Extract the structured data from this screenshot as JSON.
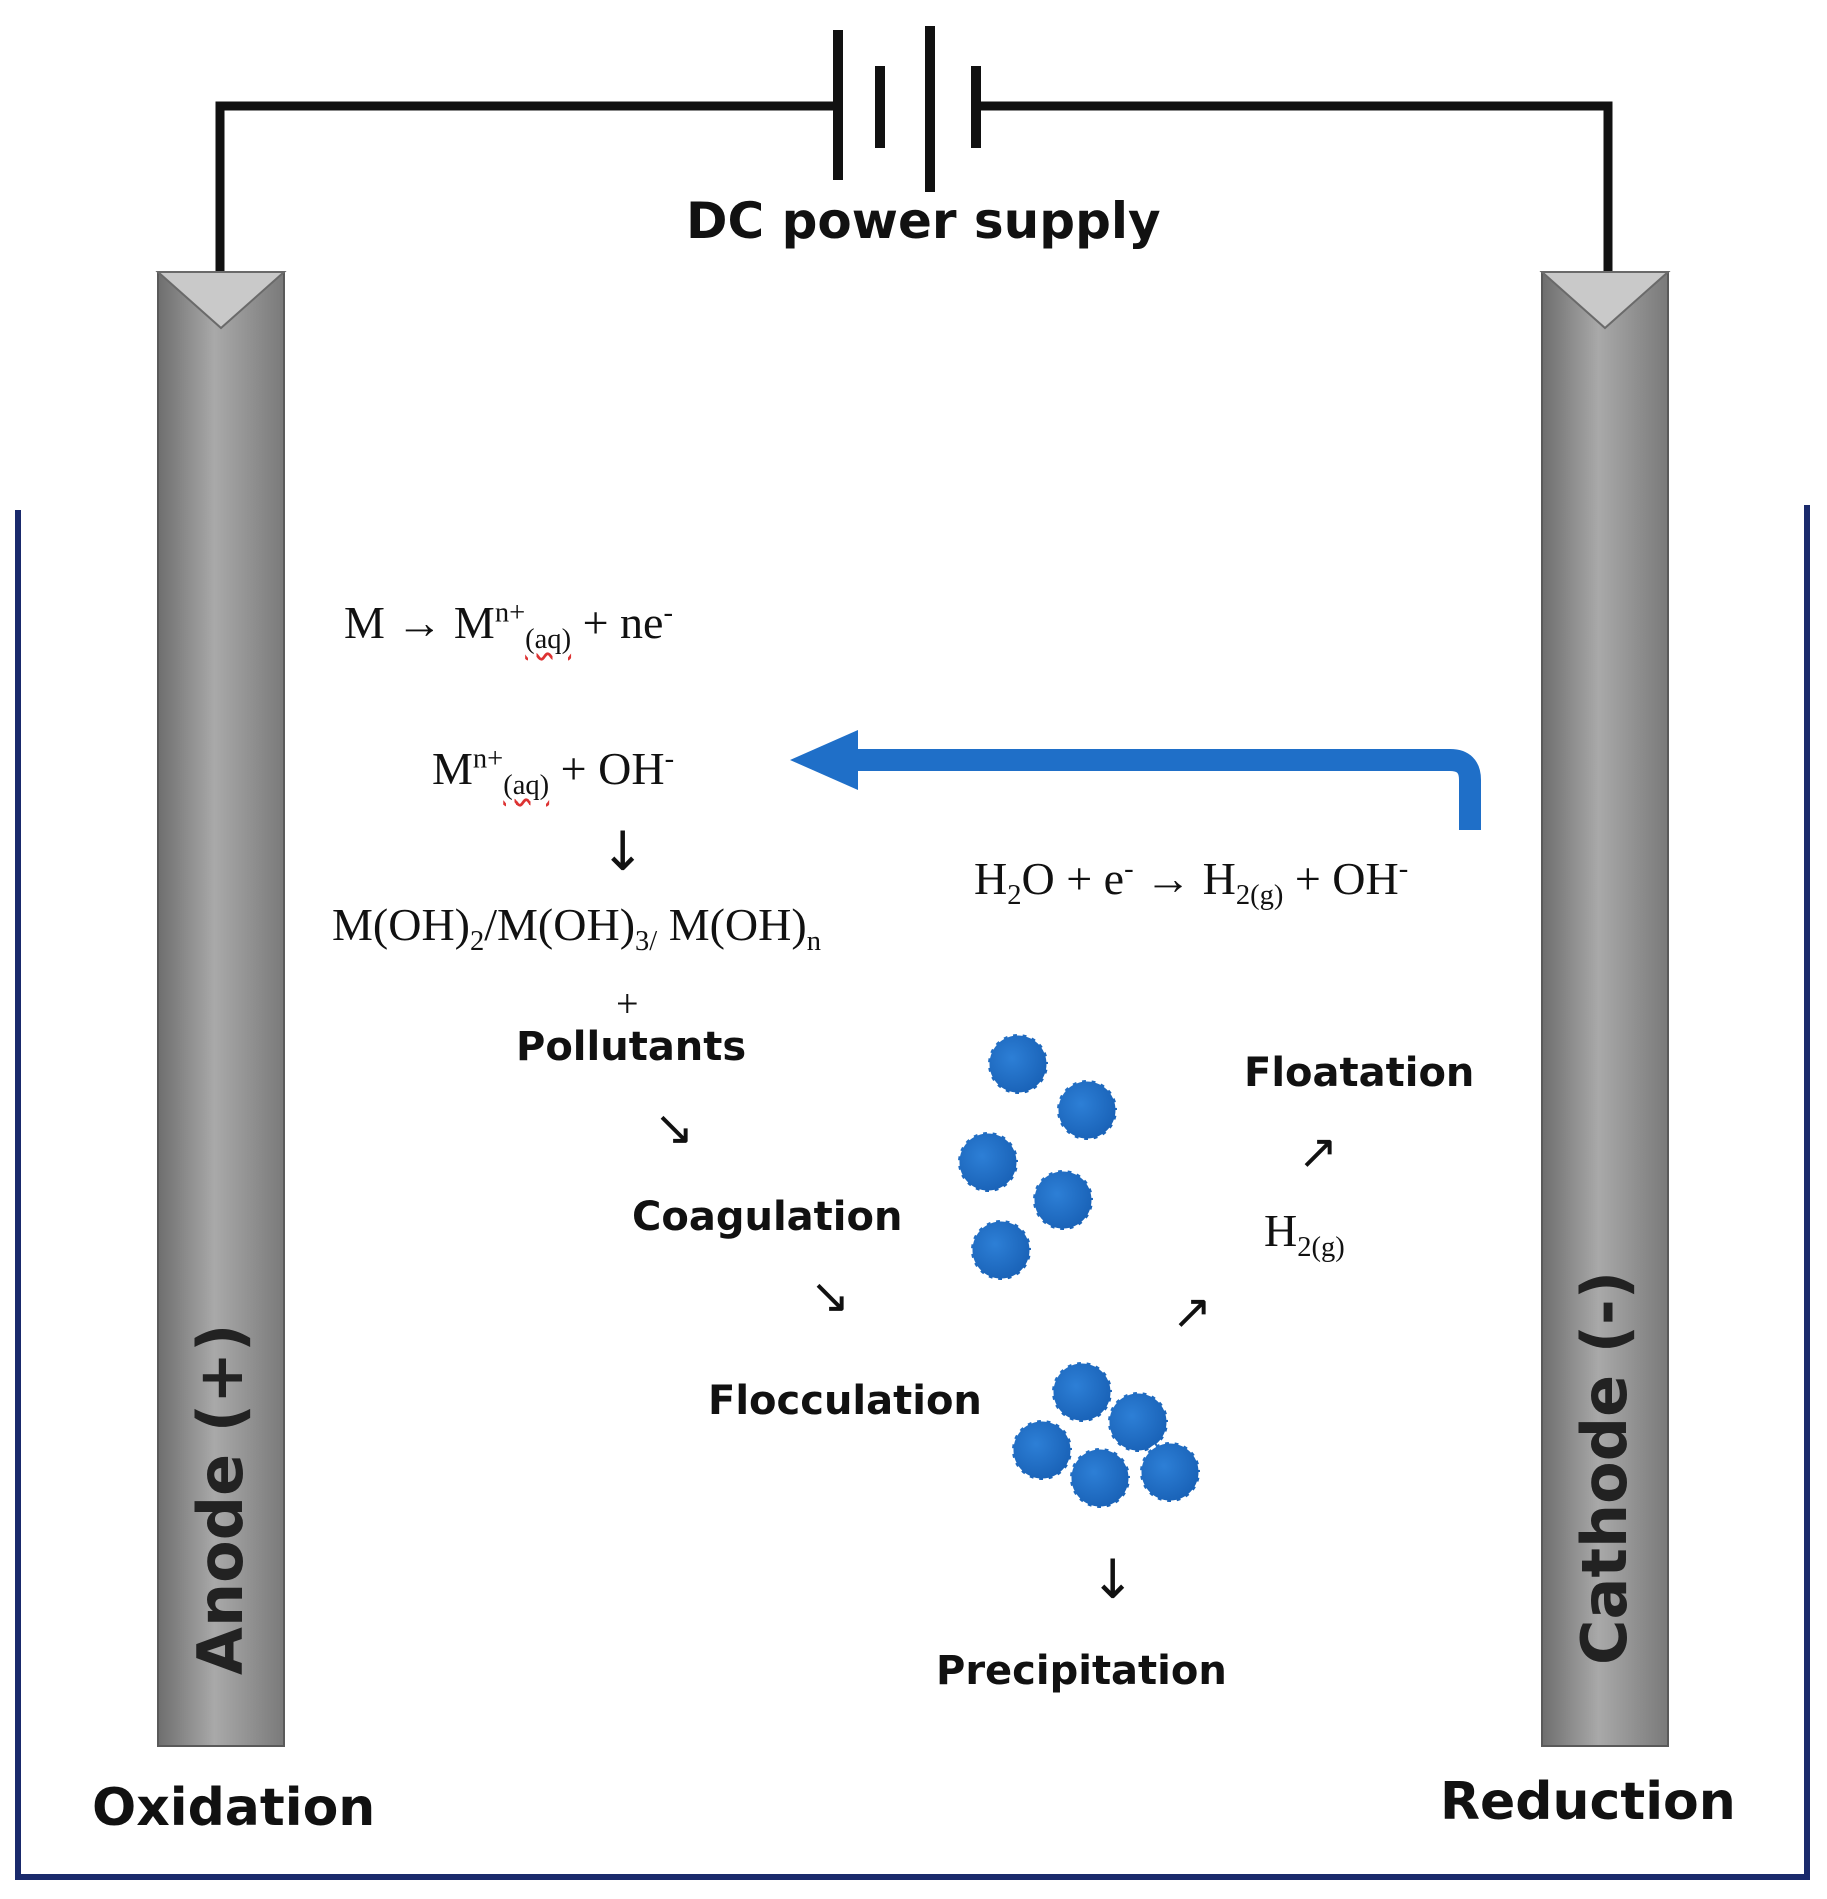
{
  "power_supply": {
    "label": "DC power supply"
  },
  "electrodes": {
    "anode": {
      "label": "Anode (+)",
      "process": "Oxidation"
    },
    "cathode": {
      "label": "Cathode (-)",
      "process": "Reduction"
    }
  },
  "reactions": {
    "anode_dissolution": {
      "m": "M",
      "arrow": "→",
      "ion": "M",
      "ion_sup": "n+",
      "ion_sub": "(aq)",
      "rest": " + ne",
      "rest_sup": "-"
    },
    "hydroxide_combination": {
      "ion": "M",
      "ion_sup": "n+",
      "ion_sub": "(aq)",
      "rest": " + OH",
      "rest_sup": "-"
    },
    "cathode_reaction": {
      "h": "H",
      "h_sub": "2",
      "o": "O + e",
      "e_sup": "-",
      "arrow": "→",
      "h2": "H",
      "h2_sub": "2(g)",
      "rest": " + OH",
      "rest_sup": "-"
    },
    "hydroxides": {
      "p1": "M(OH)",
      "s1": "2",
      "p2": "/M(OH)",
      "s2": "3/",
      "p3": " M(OH)",
      "s3": "n"
    },
    "plus": "+",
    "h2_gas": {
      "h": "H",
      "h_sub": "2(g)"
    }
  },
  "stages": {
    "pollutants": "Pollutants",
    "coagulation": "Coagulation",
    "flocculation": "Flocculation",
    "precipitation": "Precipitation",
    "floatation": "Floatation"
  },
  "arrows": {
    "down": "↓",
    "diag_down": "↘",
    "diag_up": "↗"
  },
  "colors": {
    "particle": "#1f6fc8",
    "return_arrow": "#1f6fc8",
    "tank_border": "#1a2a6c",
    "electrode": "#8c8c8c",
    "wire": "#111111"
  }
}
